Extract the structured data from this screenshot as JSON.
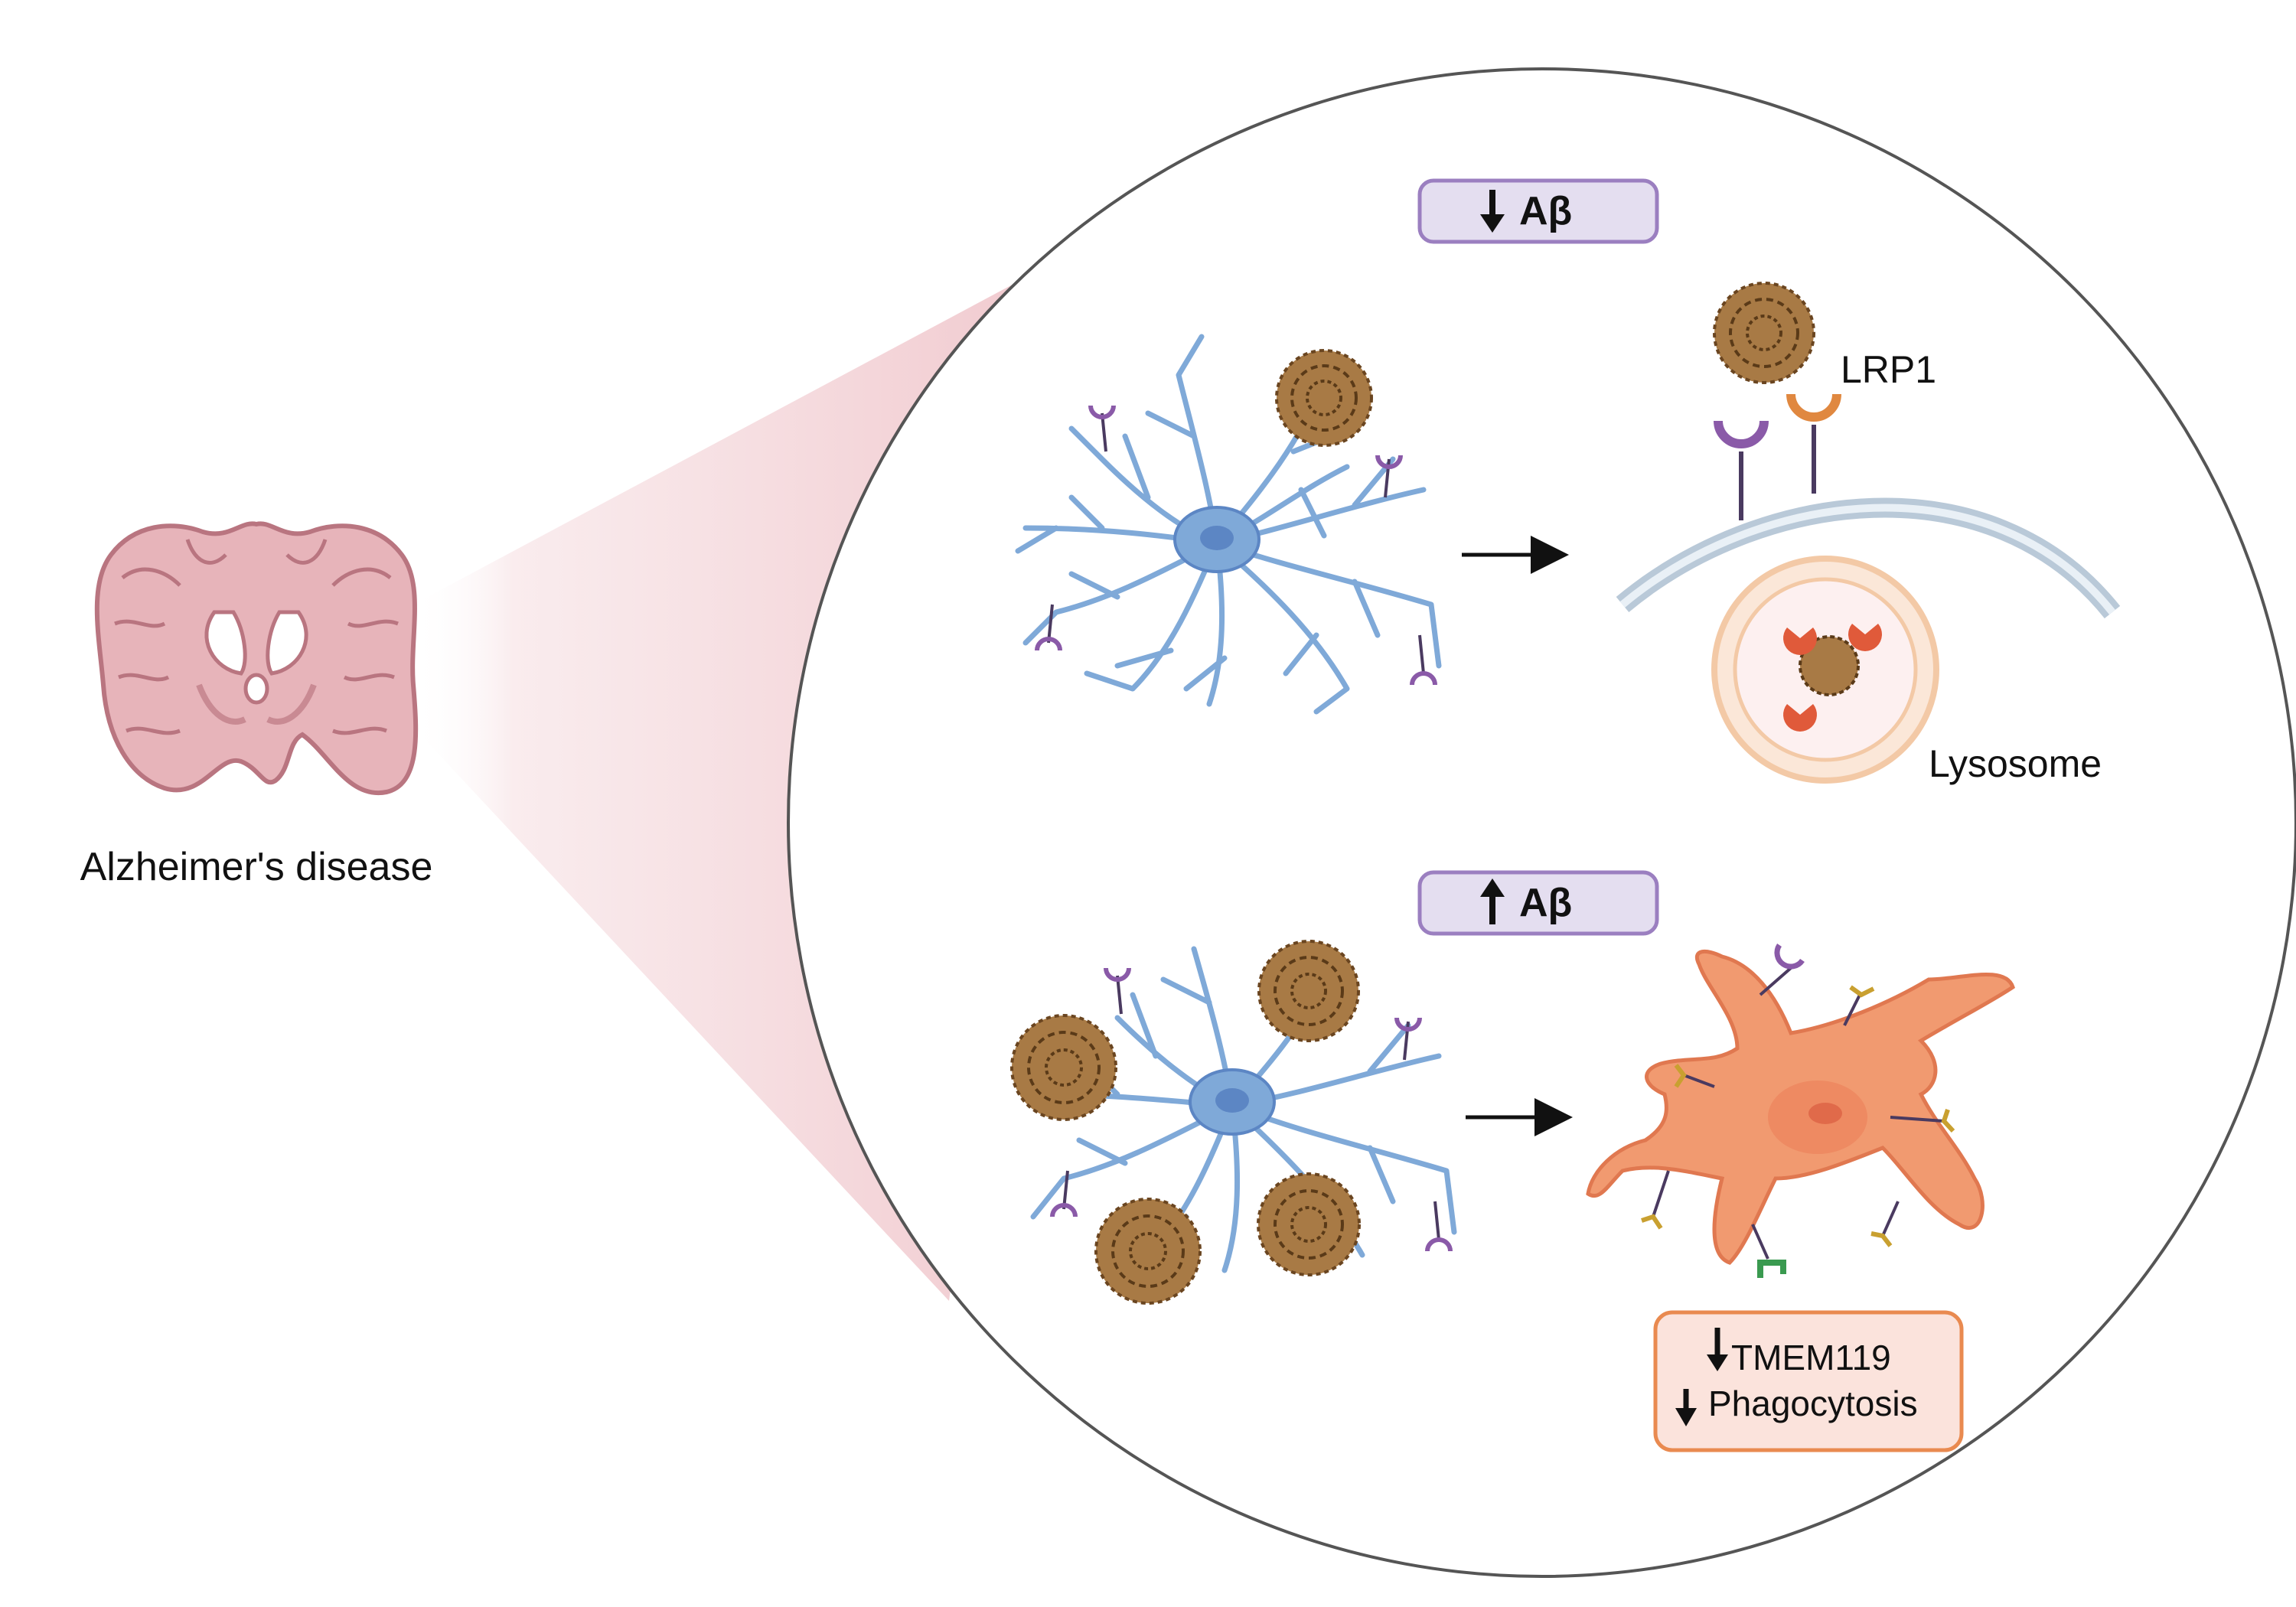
{
  "brain": {
    "caption": "Alzheimer's disease"
  },
  "panel_top": {
    "badge_arrow": "down",
    "badge_text": "Aβ",
    "receptor_label": "LRP1",
    "lysosome_label": "Lysosome"
  },
  "panel_bottom": {
    "badge_arrow": "up",
    "badge_text": "Aβ",
    "effects": [
      {
        "arrow": "down",
        "text": "TMEM119"
      },
      {
        "arrow": "down",
        "text": "Phagocytosis"
      }
    ]
  },
  "colors": {
    "badge_fill": "#e4def0",
    "badge_stroke": "#9b7fc0",
    "astrocyte": "#7fa9d8",
    "astrocyte_nucleus": "#5c86c4",
    "plaque": "#8a5a2b",
    "membrane": "#b9c9d8",
    "lysosome": "#f3c9a6",
    "enzyme": "#e05a3a",
    "microglia": "#f19a70",
    "microglia_nucleus": "#e06a4a",
    "effect_fill": "#fbe3dc",
    "effect_stroke": "#e98a50",
    "brain": "#d99aa3",
    "cone": "#f4d4d8"
  },
  "icons": {
    "receptor": "receptor-icon",
    "arrow": "right-arrow-icon"
  }
}
